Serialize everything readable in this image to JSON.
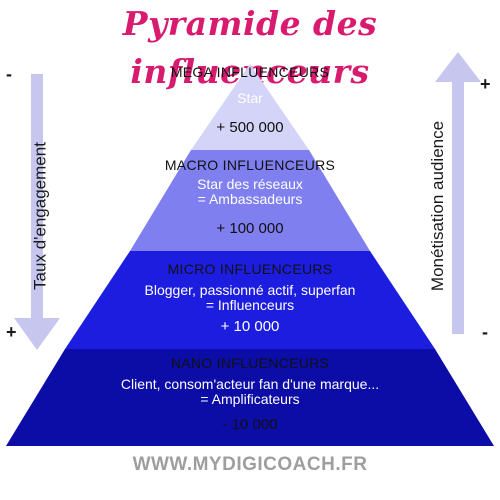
{
  "title": "Pyramide des influenceurs",
  "tiers": [
    {
      "name": "MEGA INFLUENCEURS",
      "desc": [
        "Star"
      ],
      "value": "+ 500 000"
    },
    {
      "name": "MACRO INFLUENCEURS",
      "desc": [
        "Star des réseaux",
        "= Ambassadeurs"
      ],
      "value": "+ 100 000"
    },
    {
      "name": "MICRO INFLUENCEURS",
      "desc": [
        "Blogger, passionné actif, superfan",
        "= Influenceurs"
      ],
      "value": "+ 10 000"
    },
    {
      "name": "NANO INFLUENCEURS",
      "desc": [
        "Client, consom'acteur fan d'une marque...",
        "= Amplificateurs"
      ],
      "value": "- 10 000"
    }
  ],
  "left_axis": {
    "label": "Taux d'engagement",
    "top_sign": "-",
    "bottom_sign": "+"
  },
  "right_axis": {
    "label": "Monétisation audience",
    "top_sign": "+",
    "bottom_sign": "-"
  },
  "footer": "WWW.MYDIGICOACH.FR",
  "colors": {
    "title": "#d81b6f",
    "tier_mega": "#d4d4f8",
    "tier_macro": "#7f7ff0",
    "tier_micro": "#1d1de0",
    "tier_nano": "#0c0ca6",
    "arrow": "#c6c6ee",
    "footer": "#9e9e9e"
  }
}
